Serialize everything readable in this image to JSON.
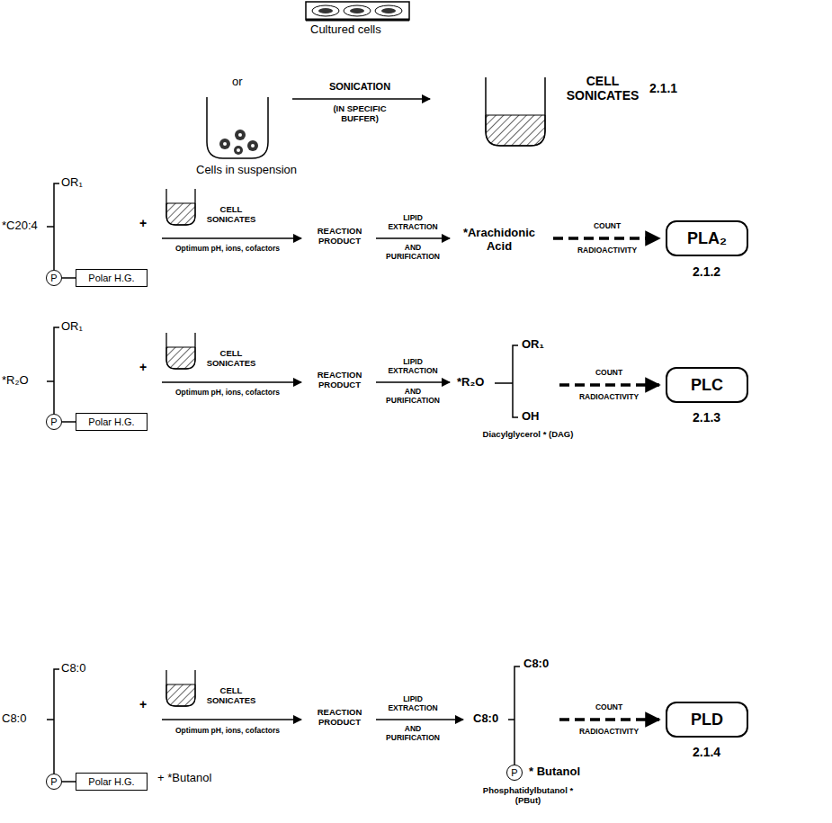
{
  "diagram": {
    "nodes": [
      {
        "text": [
          "P"
        ]
      },
      {
        "text": [
          "Polar H.G."
        ]
      },
      {
        "text": [
          "PLA₂"
        ]
      },
      {
        "text": [
          "P"
        ]
      },
      {
        "text": [
          "Polar H.G."
        ]
      },
      {
        "text": [
          "PLC"
        ]
      },
      {
        "text": [
          "P"
        ]
      },
      {
        "text": [
          "Polar H.G."
        ]
      },
      {
        "text": [
          "P"
        ]
      },
      {
        "text": [
          "PLD"
        ]
      }
    ],
    "edges": [
      {
        "from": 0,
        "to": 1,
        "arrow": "none"
      },
      {
        "from": 3,
        "to": 4,
        "arrow": "none"
      },
      {
        "from": 6,
        "to": 7,
        "arrow": "none"
      }
    ],
    "labels": [
      "Cultured cells",
      "or",
      "Cells in suspension",
      "SONICATION",
      "(IN SPECIFIC BUFFER)",
      "CELL SONICATES",
      "2.1.1",
      "OR₁",
      "*C20:4",
      "+",
      "CELL SONICATES",
      "Optimum pH, ions, cofactors",
      "REACTION PRODUCT",
      "LIPID EXTRACTION",
      "AND PURIFICATION",
      "*Arachidonic Acid",
      "COUNT",
      "RADIOACTIVITY",
      "2.1.2",
      "OR₁",
      "*R₂O",
      "+",
      "CELL SONICATES",
      "Optimum pH, ions, cofactors",
      "REACTION PRODUCT",
      "LIPID EXTRACTION",
      "AND PURIFICATION",
      "*R₂O",
      "OR₁",
      "OH",
      "Diacylglycerol * (DAG)",
      "COUNT",
      "RADIOACTIVITY",
      "2.1.3",
      "C8:0",
      "C8:0",
      "+",
      "CELL SONICATES",
      "Optimum pH, ions, cofactors",
      "+ *Butanol",
      "REACTION PRODUCT",
      "LIPID EXTRACTION",
      "AND PURIFICATION",
      "C8:0",
      "C8:0",
      "* Butanol",
      "Phosphatidylbutanol * (PBut)",
      "COUNT",
      "RADIOACTIVITY",
      "2.1.4"
    ]
  }
}
